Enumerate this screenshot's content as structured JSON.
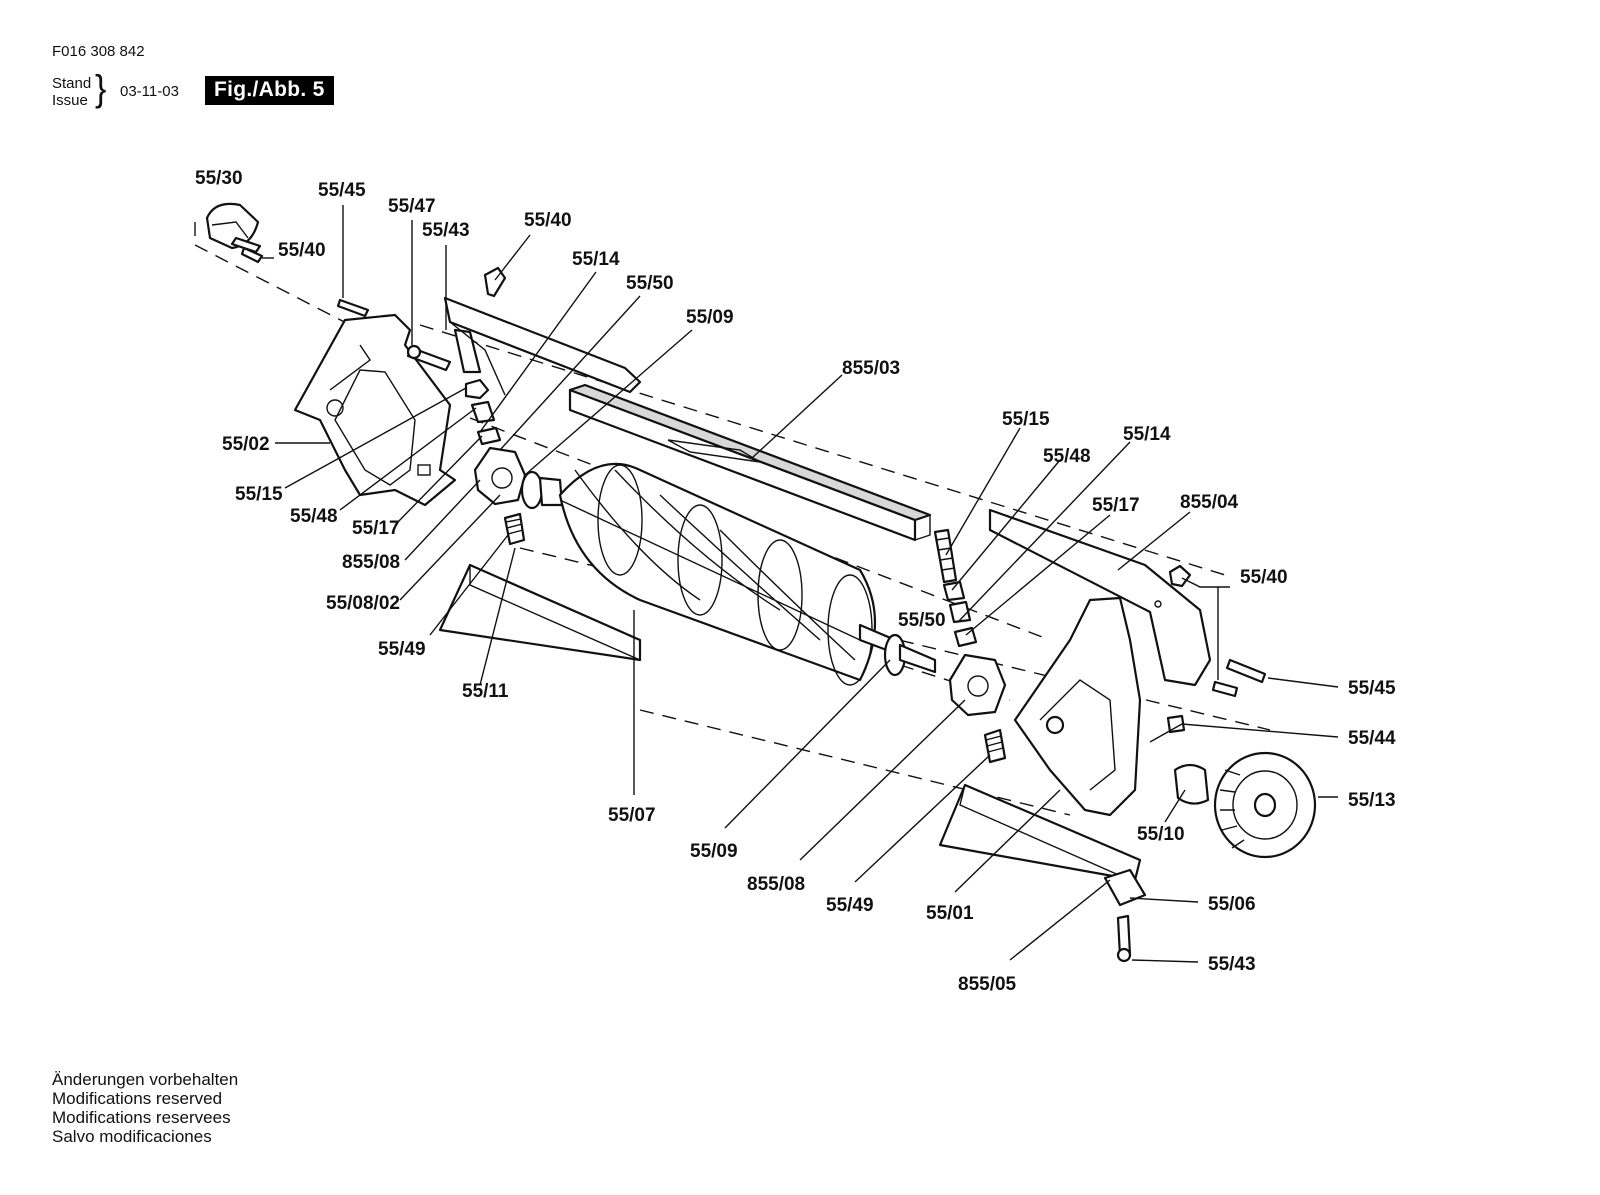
{
  "header": {
    "doc_code": "F016 308 842",
    "stand_label": "Stand",
    "issue_label": "Issue",
    "date": "03-11-03",
    "figure_badge": "Fig./Abb. 5"
  },
  "part_labels": [
    "55/30",
    "55/45",
    "55/47",
    "55/43",
    "55/40",
    "55/40",
    "55/14",
    "55/50",
    "55/09",
    "855/03",
    "55/02",
    "55/15",
    "55/48",
    "55/17",
    "855/08",
    "55/08/02",
    "55/49",
    "55/11",
    "55/15",
    "55/48",
    "55/14",
    "55/17",
    "855/04",
    "55/40",
    "55/50",
    "55/45",
    "55/44",
    "55/13",
    "55/10",
    "55/07",
    "55/09",
    "855/08",
    "55/49",
    "55/01",
    "55/06",
    "855/05",
    "55/43"
  ],
  "footer": {
    "lines": [
      "Änderungen vorbehalten",
      "Modifications reserved",
      "Modifications reservees",
      "Salvo modificaciones"
    ]
  }
}
